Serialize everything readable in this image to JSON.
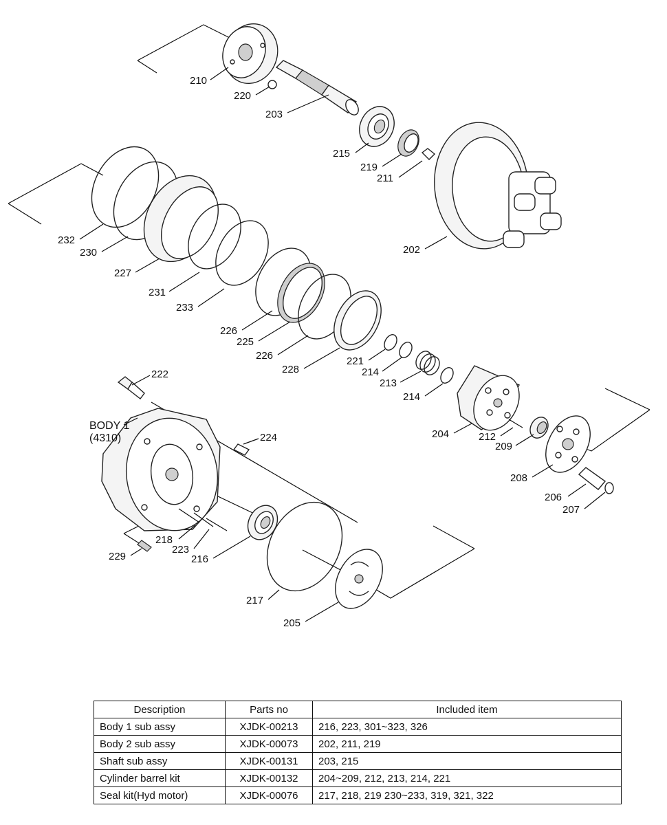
{
  "diagram": {
    "body_label": "BODY 1",
    "body_code": "(4310)",
    "callouts": [
      {
        "id": "210",
        "text": "210"
      },
      {
        "id": "220",
        "text": "220"
      },
      {
        "id": "203",
        "text": "203"
      },
      {
        "id": "215",
        "text": "215"
      },
      {
        "id": "219",
        "text": "219"
      },
      {
        "id": "211",
        "text": "211"
      },
      {
        "id": "202",
        "text": "202"
      },
      {
        "id": "232",
        "text": "232"
      },
      {
        "id": "230",
        "text": "230"
      },
      {
        "id": "227",
        "text": "227"
      },
      {
        "id": "231",
        "text": "231"
      },
      {
        "id": "233",
        "text": "233"
      },
      {
        "id": "226a",
        "text": "226"
      },
      {
        "id": "225",
        "text": "225"
      },
      {
        "id": "226b",
        "text": "226"
      },
      {
        "id": "228",
        "text": "228"
      },
      {
        "id": "221",
        "text": "221"
      },
      {
        "id": "214a",
        "text": "214"
      },
      {
        "id": "213",
        "text": "213"
      },
      {
        "id": "214b",
        "text": "214"
      },
      {
        "id": "204",
        "text": "204"
      },
      {
        "id": "212",
        "text": "212"
      },
      {
        "id": "209",
        "text": "209"
      },
      {
        "id": "208",
        "text": "208"
      },
      {
        "id": "206",
        "text": "206"
      },
      {
        "id": "207",
        "text": "207"
      },
      {
        "id": "222",
        "text": "222"
      },
      {
        "id": "224",
        "text": "224"
      },
      {
        "id": "218",
        "text": "218"
      },
      {
        "id": "223",
        "text": "223"
      },
      {
        "id": "216",
        "text": "216"
      },
      {
        "id": "229",
        "text": "229"
      },
      {
        "id": "217",
        "text": "217"
      },
      {
        "id": "205",
        "text": "205"
      }
    ]
  },
  "table": {
    "headers": [
      "Description",
      "Parts no",
      "Included item"
    ],
    "rows": [
      {
        "description": "Body 1 sub assy",
        "parts_no": "XJDK-00213",
        "included": "216, 223, 301~323, 326"
      },
      {
        "description": "Body 2 sub assy",
        "parts_no": "XJDK-00073",
        "included": "202, 211, 219"
      },
      {
        "description": "Shaft sub assy",
        "parts_no": "XJDK-00131",
        "included": "203, 215"
      },
      {
        "description": "Cylinder barrel kit",
        "parts_no": "XJDK-00132",
        "included": "204~209, 212, 213, 214, 221"
      },
      {
        "description": "Seal kit(Hyd motor)",
        "parts_no": "XJDK-00076",
        "included": "217, 218, 219 230~233, 319, 321, 322"
      }
    ]
  }
}
